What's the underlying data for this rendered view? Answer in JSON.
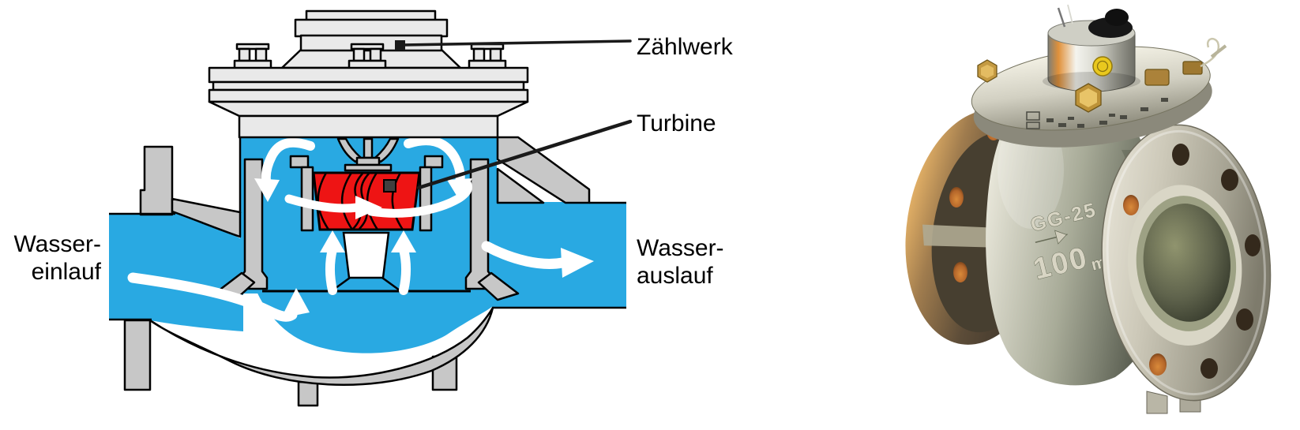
{
  "diagram": {
    "name": "Woltmann water meter cross-section diagram",
    "labels": {
      "zaehlwerk": "Zählwerk",
      "turbine": "Turbine",
      "inlet_line1": "Wasser-",
      "inlet_line2": "einlauf",
      "outlet_line1": "Wasser-",
      "outlet_line2": "auslauf"
    },
    "colors": {
      "water_blue": "#29A9E2",
      "body_gray": "#C7C7C7",
      "housing_gray": "#E9E9E9",
      "turbine_red": "#EE1414",
      "outline_black": "#000000",
      "arrow_white": "#FFFFFF"
    }
  },
  "photo": {
    "name": "Woltmann water meter photograph",
    "cast_marking": "GG-25",
    "cast_size": "100",
    "cast_size_unit": "mm",
    "seal_color": "#E9C81E"
  }
}
